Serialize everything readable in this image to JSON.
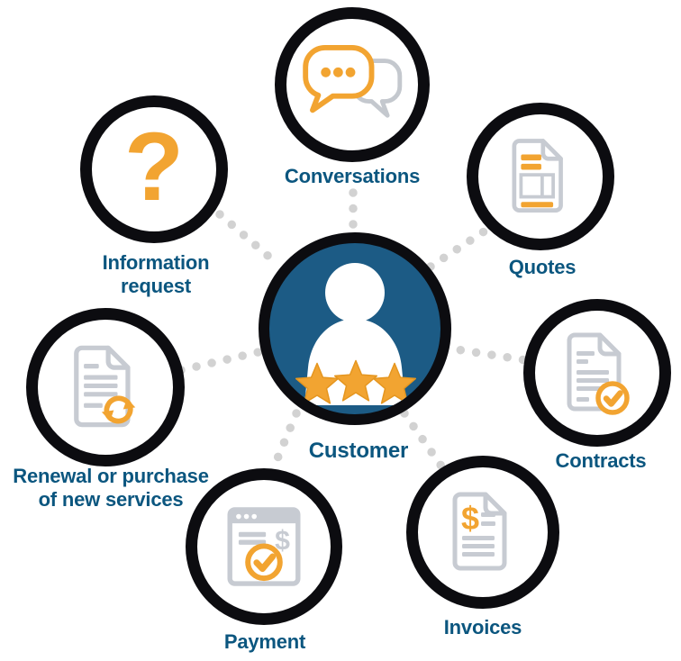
{
  "diagram": {
    "center": {
      "label": "Customer",
      "icon": "person-icon",
      "star_count": 3
    },
    "nodes": [
      {
        "id": "conversations",
        "label": "Conversations",
        "icon": "speech-bubbles-icon"
      },
      {
        "id": "quotes",
        "label": "Quotes",
        "icon": "document-quote-icon"
      },
      {
        "id": "contracts",
        "label": "Contracts",
        "icon": "document-check-icon"
      },
      {
        "id": "invoices",
        "label": "Invoices",
        "icon": "document-dollar-icon",
        "glyph": "$"
      },
      {
        "id": "payment",
        "label": "Payment",
        "icon": "payment-window-check-icon",
        "glyph": "$"
      },
      {
        "id": "renewal",
        "label": "Renewal or purchase\nof new services",
        "icon": "document-refresh-icon"
      },
      {
        "id": "information_request",
        "label": "Information\nrequest",
        "icon": "question-mark-icon",
        "glyph": "?"
      }
    ],
    "colors": {
      "accent": "#F2A431",
      "accent_dark": "#E5961F",
      "center_blue": "#1C5B85",
      "label_blue": "#0B567F",
      "ink": "#0C0C10",
      "gray": "#C7CBD2",
      "dots": "#D2D2D2"
    }
  }
}
